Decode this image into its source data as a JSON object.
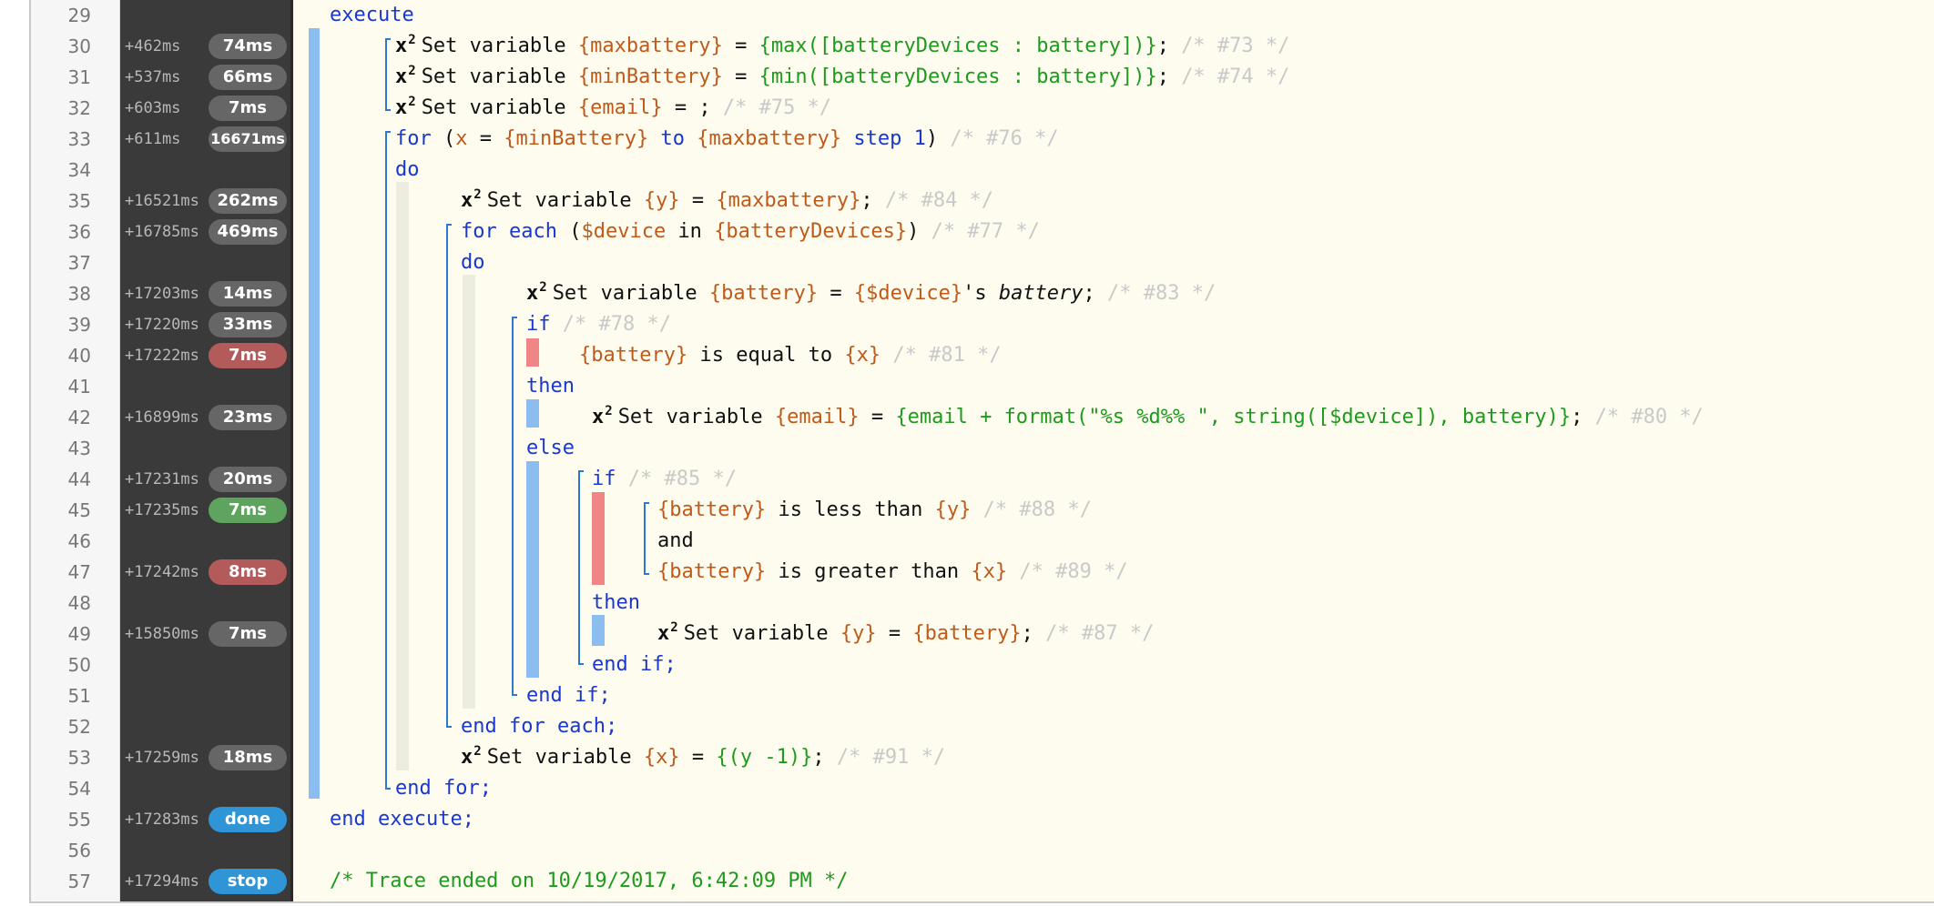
{
  "trace": {
    "lines": [
      {
        "num": "29",
        "stamp": "",
        "duration": "",
        "status": ""
      },
      {
        "num": "30",
        "stamp": "+462ms",
        "duration": "74ms",
        "status": "normal"
      },
      {
        "num": "31",
        "stamp": "+537ms",
        "duration": "66ms",
        "status": "normal"
      },
      {
        "num": "32",
        "stamp": "+603ms",
        "duration": "7ms",
        "status": "normal"
      },
      {
        "num": "33",
        "stamp": "+611ms",
        "duration": "16671ms",
        "status": "normal"
      },
      {
        "num": "34",
        "stamp": "",
        "duration": "",
        "status": ""
      },
      {
        "num": "35",
        "stamp": "+16521ms",
        "duration": "262ms",
        "status": "normal"
      },
      {
        "num": "36",
        "stamp": "+16785ms",
        "duration": "469ms",
        "status": "normal"
      },
      {
        "num": "37",
        "stamp": "",
        "duration": "",
        "status": ""
      },
      {
        "num": "38",
        "stamp": "+17203ms",
        "duration": "14ms",
        "status": "normal"
      },
      {
        "num": "39",
        "stamp": "+17220ms",
        "duration": "33ms",
        "status": "normal"
      },
      {
        "num": "40",
        "stamp": "+17222ms",
        "duration": "7ms",
        "status": "false"
      },
      {
        "num": "41",
        "stamp": "",
        "duration": "",
        "status": ""
      },
      {
        "num": "42",
        "stamp": "+16899ms",
        "duration": "23ms",
        "status": "normal"
      },
      {
        "num": "43",
        "stamp": "",
        "duration": "",
        "status": ""
      },
      {
        "num": "44",
        "stamp": "+17231ms",
        "duration": "20ms",
        "status": "normal"
      },
      {
        "num": "45",
        "stamp": "+17235ms",
        "duration": "7ms",
        "status": "true"
      },
      {
        "num": "46",
        "stamp": "",
        "duration": "",
        "status": ""
      },
      {
        "num": "47",
        "stamp": "+17242ms",
        "duration": "8ms",
        "status": "false"
      },
      {
        "num": "48",
        "stamp": "",
        "duration": "",
        "status": ""
      },
      {
        "num": "49",
        "stamp": "+15850ms",
        "duration": "7ms",
        "status": "normal"
      },
      {
        "num": "50",
        "stamp": "",
        "duration": "",
        "status": ""
      },
      {
        "num": "51",
        "stamp": "",
        "duration": "",
        "status": ""
      },
      {
        "num": "52",
        "stamp": "",
        "duration": "",
        "status": ""
      },
      {
        "num": "53",
        "stamp": "+17259ms",
        "duration": "18ms",
        "status": "normal"
      },
      {
        "num": "54",
        "stamp": "",
        "duration": "",
        "status": ""
      },
      {
        "num": "55",
        "stamp": "+17283ms",
        "duration": "done",
        "status": "end"
      },
      {
        "num": "56",
        "stamp": "",
        "duration": "",
        "status": ""
      },
      {
        "num": "57",
        "stamp": "+17294ms",
        "duration": "stop",
        "status": "end"
      }
    ]
  },
  "code": {
    "execute_kw": "execute",
    "set_variable": "Set variable",
    "maxbattery": "{maxbattery}",
    "max_expr": "{max([batteryDevices : battery])}",
    "cmt_73": "/* #73 */",
    "minbattery": "{minBattery}",
    "min_expr": "{min([batteryDevices : battery])}",
    "cmt_74": "/* #74 */",
    "email": "{email}",
    "cmt_75": "/* #75 */",
    "for_kw": "for",
    "x_var": "x",
    "to_kw": "to",
    "step_kw": "step",
    "step_val": "1",
    "cmt_76": "/* #76 */",
    "do_kw": "do",
    "y": "{y}",
    "cmt_84": "/* #84 */",
    "for_each_kw": "for each",
    "device_var": "$device",
    "in_kw": "in",
    "battery_devices": "{batteryDevices}",
    "cmt_77": "/* #77 */",
    "battery": "{battery}",
    "device_ref": "{$device}",
    "apos_s": "'s",
    "battery_attr": "battery",
    "cmt_83": "/* #83 */",
    "if_kw": "if",
    "cmt_78": "/* #78 */",
    "is_equal_to": "is equal to",
    "x": "{x}",
    "cmt_81": "/* #81 */",
    "then_kw": "then",
    "email_expr": "{email + format(\"%s %d%% \", string([$device]), battery)}",
    "cmt_80": "/* #80 */",
    "else_kw": "else",
    "cmt_85": "/* #85 */",
    "is_less_than": "is less than",
    "cmt_88": "/* #88 */",
    "and_kw": "and",
    "is_greater_than": "is greater than",
    "cmt_89": "/* #89 */",
    "cmt_87": "/* #87 */",
    "end_if": "end if;",
    "end_for_each": "end for each;",
    "y_minus_expr": "{(y -1)}",
    "cmt_91": "/* #91 */",
    "end_for": "end for;",
    "end_execute": "end execute;",
    "trace_ended": "/* Trace ended on 10/19/2017, 6:42:09 PM */"
  },
  "colors": {
    "keyword": "#1a37d0",
    "variable": "#c05a1a",
    "expression": "#1e9a1e",
    "comment": "#c9c9c9",
    "executed_bar": "#8cbdf0",
    "false_bar": "#ef8585",
    "true_pill": "#5ea35e",
    "false_pill": "#b35a5a",
    "end_pill": "#2f95d6"
  }
}
